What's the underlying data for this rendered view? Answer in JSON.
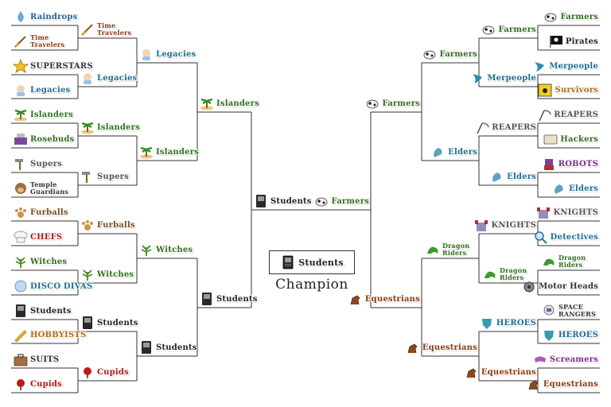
{
  "colors": {
    "line": "#333333",
    "text_green": "#2f6f1f",
    "text_blue": "#1e6f8f",
    "text_gray": "#555555",
    "text_red": "#b01818",
    "text_orange": "#b06a10",
    "text_purple": "#7a2c8a"
  },
  "champion": {
    "team": "Students",
    "label": "Champion",
    "icon": "notebook-icon"
  },
  "left": {
    "round1": [
      {
        "team": "Raindrops",
        "icon": "raindrop-icon",
        "color": "#2a5f8a"
      },
      {
        "team": "Time Travelers",
        "icon": "broom-icon",
        "color": "#8a3a10"
      },
      {
        "team": "SUPERSTARS",
        "icon": "star-icon",
        "color": "#333333"
      },
      {
        "team": "Legacies",
        "icon": "baby-icon",
        "color": "#1e6f8f"
      },
      {
        "team": "Islanders",
        "icon": "palm-icon",
        "color": "#2f6f1f"
      },
      {
        "team": "Rosebuds",
        "icon": "register-icon",
        "color": "#2f6f1f"
      },
      {
        "team": "Supers",
        "icon": "hammer-icon",
        "color": "#555555"
      },
      {
        "team": "Temple Guardians",
        "icon": "monkey-icon",
        "color": "#333333"
      },
      {
        "team": "Furballs",
        "icon": "paw-icon",
        "color": "#7a4a20"
      },
      {
        "team": "CHEFS",
        "icon": "chef-hat-icon",
        "color": "#b01818"
      },
      {
        "team": "Witches",
        "icon": "herb-icon",
        "color": "#2f6f1f"
      },
      {
        "team": "DISCO DIVAS",
        "icon": "disco-icon",
        "color": "#1e6f8f"
      },
      {
        "team": "Students",
        "icon": "notebook-icon",
        "color": "#222222"
      },
      {
        "team": "HOBBYISTS",
        "icon": "pencil-icon",
        "color": "#b06a10"
      },
      {
        "team": "SUITS",
        "icon": "briefcase-icon",
        "color": "#333333"
      },
      {
        "team": "Cupids",
        "icon": "rose-icon",
        "color": "#b01818"
      }
    ],
    "round2": [
      {
        "team": "Time Travelers",
        "icon": "broom-icon",
        "color": "#8a3a10"
      },
      {
        "team": "Legacies",
        "icon": "baby-icon",
        "color": "#1e6f8f"
      },
      {
        "team": "Islanders",
        "icon": "palm-icon",
        "color": "#2f6f1f"
      },
      {
        "team": "Supers",
        "icon": "hammer-icon",
        "color": "#555555"
      },
      {
        "team": "Furballs",
        "icon": "paw-icon",
        "color": "#7a4a20"
      },
      {
        "team": "Witches",
        "icon": "herb-icon",
        "color": "#2f6f1f"
      },
      {
        "team": "Students",
        "icon": "notebook-icon",
        "color": "#222222"
      },
      {
        "team": "Cupids",
        "icon": "rose-icon",
        "color": "#b01818"
      }
    ],
    "round3": [
      {
        "team": "Legacies",
        "icon": "baby-icon",
        "color": "#1e6f8f"
      },
      {
        "team": "Islanders",
        "icon": "palm-icon",
        "color": "#2f6f1f"
      },
      {
        "team": "Witches",
        "icon": "herb-icon",
        "color": "#2f6f1f"
      },
      {
        "team": "Students",
        "icon": "notebook-icon",
        "color": "#222222"
      }
    ],
    "round4": [
      {
        "team": "Islanders",
        "icon": "palm-icon",
        "color": "#2f6f1f"
      },
      {
        "team": "Students",
        "icon": "notebook-icon",
        "color": "#222222"
      }
    ],
    "final": {
      "team": "Students",
      "icon": "notebook-icon",
      "color": "#222222"
    }
  },
  "right": {
    "round1": [
      {
        "team": "Farmers",
        "icon": "cow-icon",
        "color": "#2f6f1f"
      },
      {
        "team": "Pirates",
        "icon": "pirate-flag-icon",
        "color": "#222222"
      },
      {
        "team": "Merpeople",
        "icon": "mermaid-icon",
        "color": "#1e6f8f"
      },
      {
        "team": "Survivors",
        "icon": "hazard-icon",
        "color": "#b06a10"
      },
      {
        "team": "REAPERS",
        "icon": "scythe-icon",
        "color": "#555555"
      },
      {
        "team": "Hackers",
        "icon": "keyboard-icon",
        "color": "#2f6f1f"
      },
      {
        "team": "ROBOTS",
        "icon": "robot-icon",
        "color": "#7a2c8a"
      },
      {
        "team": "Elders",
        "icon": "cane-icon",
        "color": "#1e6f8f"
      },
      {
        "team": "KNIGHTS",
        "icon": "castle-icon",
        "color": "#555555"
      },
      {
        "team": "Detectives",
        "icon": "magnifier-icon",
        "color": "#1e6f8f"
      },
      {
        "team": "Dragon Riders",
        "icon": "dragon-icon",
        "color": "#2f6f1f"
      },
      {
        "team": "Motor Heads",
        "icon": "motor-icon",
        "color": "#333333"
      },
      {
        "team": "SPACE RANGERS",
        "icon": "astronaut-icon",
        "color": "#333333"
      },
      {
        "team": "HEROES",
        "icon": "heroes-icon",
        "color": "#1e6f8f"
      },
      {
        "team": "Screamers",
        "icon": "mask-icon",
        "color": "#7a2c8a"
      },
      {
        "team": "Equestrians",
        "icon": "horse-icon",
        "color": "#8a3a10"
      }
    ],
    "round2": [
      {
        "team": "Farmers",
        "icon": "cow-icon",
        "color": "#2f6f1f"
      },
      {
        "team": "Merpeople",
        "icon": "mermaid-icon",
        "color": "#1e6f8f"
      },
      {
        "team": "REAPERS",
        "icon": "scythe-icon",
        "color": "#555555"
      },
      {
        "team": "Elders",
        "icon": "cane-icon",
        "color": "#1e6f8f"
      },
      {
        "team": "KNIGHTS",
        "icon": "castle-icon",
        "color": "#555555"
      },
      {
        "team": "Dragon Riders",
        "icon": "dragon-icon",
        "color": "#2f6f1f"
      },
      {
        "team": "HEROES",
        "icon": "heroes-icon",
        "color": "#1e6f8f"
      },
      {
        "team": "Equestrians",
        "icon": "horse-icon",
        "color": "#8a3a10"
      }
    ],
    "round3": [
      {
        "team": "Farmers",
        "icon": "cow-icon",
        "color": "#2f6f1f"
      },
      {
        "team": "Elders",
        "icon": "cane-icon",
        "color": "#1e6f8f"
      },
      {
        "team": "Dragon Riders",
        "icon": "dragon-icon",
        "color": "#2f6f1f"
      },
      {
        "team": "Equestrians",
        "icon": "horse-icon",
        "color": "#8a3a10"
      }
    ],
    "round4": [
      {
        "team": "Farmers",
        "icon": "cow-icon",
        "color": "#2f6f1f"
      },
      {
        "team": "Equestrians",
        "icon": "horse-icon",
        "color": "#8a3a10"
      }
    ],
    "final": {
      "team": "Farmers",
      "icon": "cow-icon",
      "color": "#2f6f1f"
    }
  }
}
